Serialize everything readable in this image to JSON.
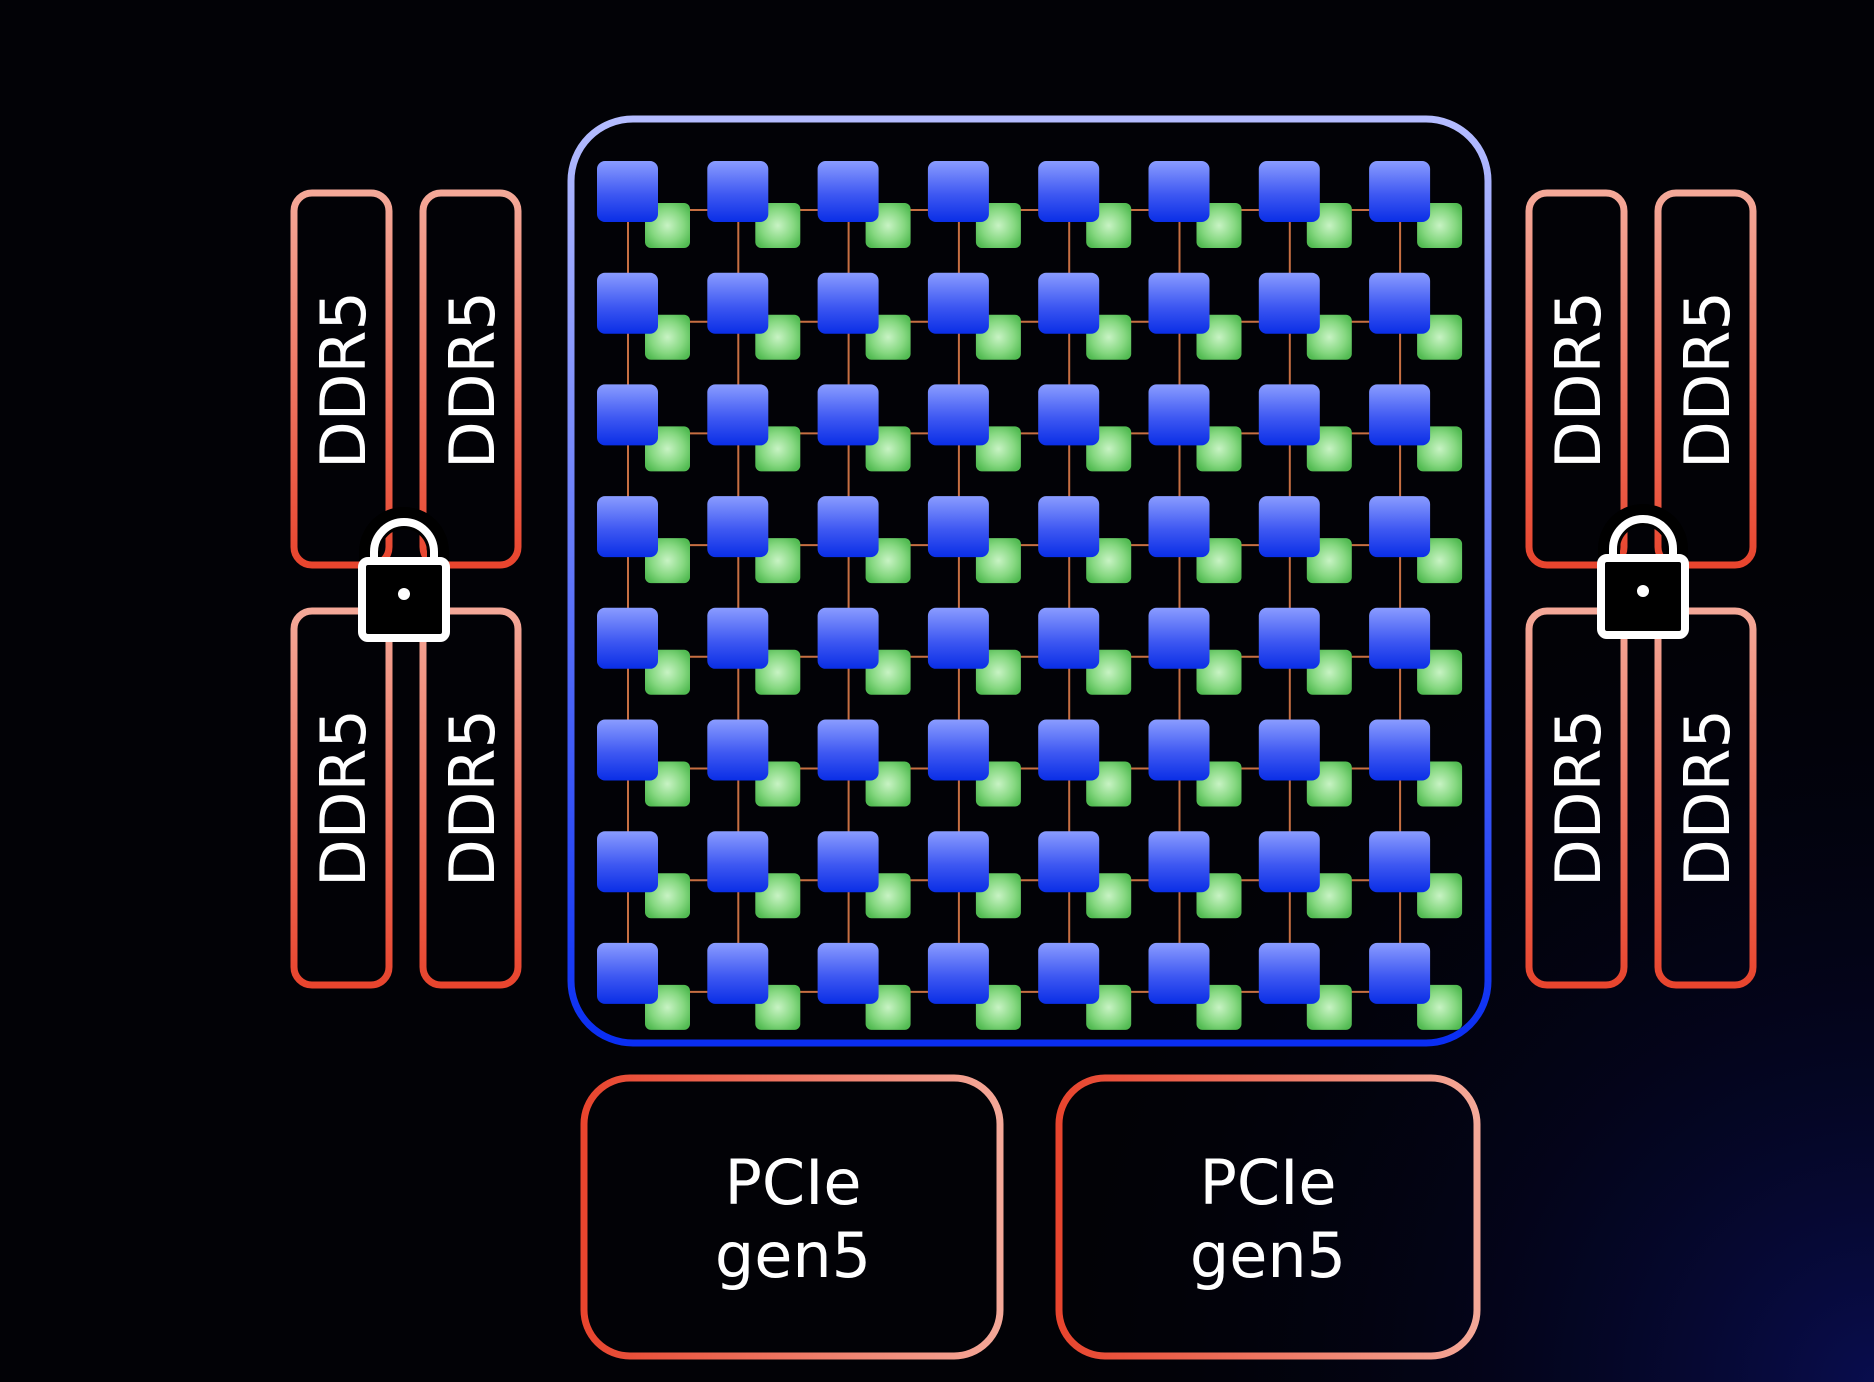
{
  "colors": {
    "background": "#020206",
    "background_glow": "#0a0f5a",
    "memory_border_start": "#e8452e",
    "memory_border_end": "#f4a898",
    "mesh_border_top": "#b4bcff",
    "mesh_border_bottom": "#0a2ef2",
    "core_top": "#8a9cff",
    "core_bottom": "#0a2ee6",
    "cache_light": "#c8f3c4",
    "cache_dark": "#52bb52",
    "interconnect": "#c76f42",
    "lock": "#ffffff",
    "label": "#ffffff"
  },
  "icons": [
    "lock-icon"
  ],
  "memory": {
    "left": {
      "channels": [
        {
          "label": "DDR5"
        },
        {
          "label": "DDR5"
        },
        {
          "label": "DDR5"
        },
        {
          "label": "DDR5"
        }
      ]
    },
    "right": {
      "channels": [
        {
          "label": "DDR5"
        },
        {
          "label": "DDR5"
        },
        {
          "label": "DDR5"
        },
        {
          "label": "DDR5"
        }
      ]
    }
  },
  "mesh": {
    "rows": 8,
    "columns": 8
  },
  "io": {
    "blocks": [
      {
        "line1": "PCIe",
        "line2": "gen5"
      },
      {
        "line1": "PCIe",
        "line2": "gen5"
      }
    ]
  }
}
